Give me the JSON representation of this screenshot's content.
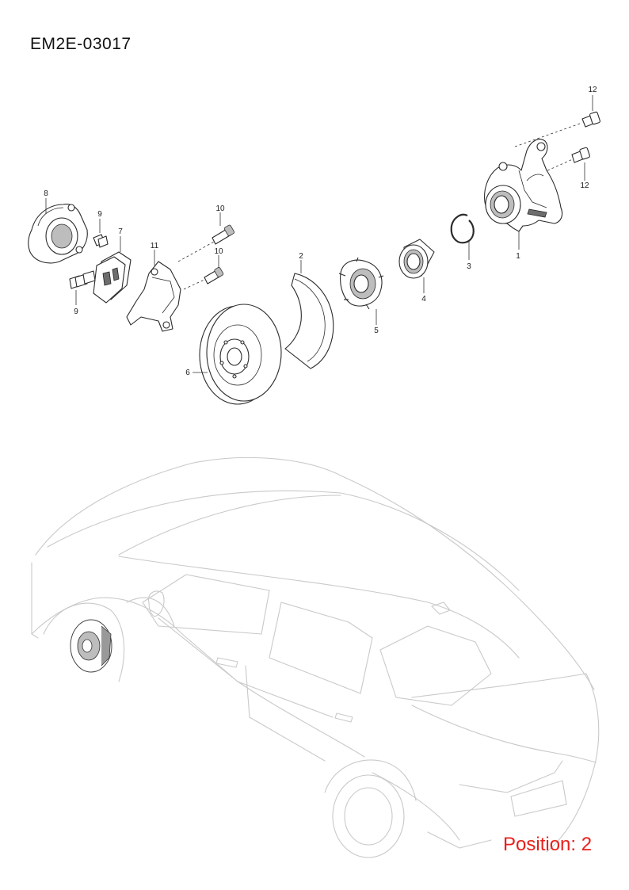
{
  "header": {
    "diagram_code": "EM2E-03017"
  },
  "footer": {
    "position_label": "Position: 2"
  },
  "callouts": [
    {
      "id": "1",
      "label": "1"
    },
    {
      "id": "2",
      "label": "2"
    },
    {
      "id": "3",
      "label": "3"
    },
    {
      "id": "4",
      "label": "4"
    },
    {
      "id": "5",
      "label": "5"
    },
    {
      "id": "6",
      "label": "6"
    },
    {
      "id": "7",
      "label": "7"
    },
    {
      "id": "8",
      "label": "8"
    },
    {
      "id": "9a",
      "label": "9"
    },
    {
      "id": "9b",
      "label": "9"
    },
    {
      "id": "10a",
      "label": "10"
    },
    {
      "id": "10b",
      "label": "10"
    },
    {
      "id": "11",
      "label": "11"
    },
    {
      "id": "12a",
      "label": "12"
    },
    {
      "id": "12b",
      "label": "12"
    }
  ],
  "colors": {
    "position_label": "#e8201b",
    "car_outline": "#c9c9c9",
    "line_art": "#2b2b2b"
  }
}
